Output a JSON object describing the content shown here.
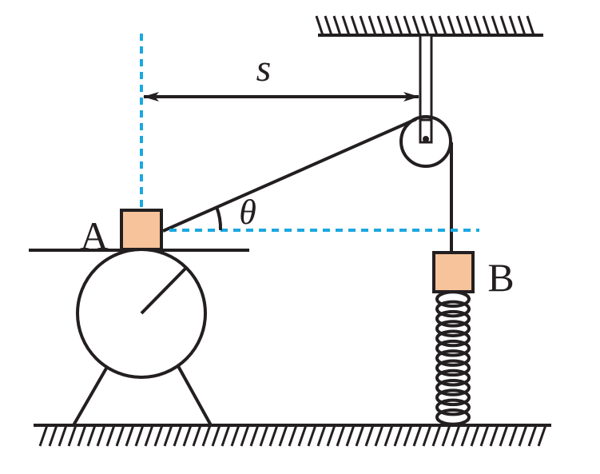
{
  "labels": {
    "distance": "s",
    "angle": "θ",
    "block_a": "A",
    "block_b": "B"
  },
  "colors": {
    "ink": "#231f20",
    "block_fill": "#f7c39a",
    "guide": "#1ba8e0",
    "background": "#ffffff"
  }
}
